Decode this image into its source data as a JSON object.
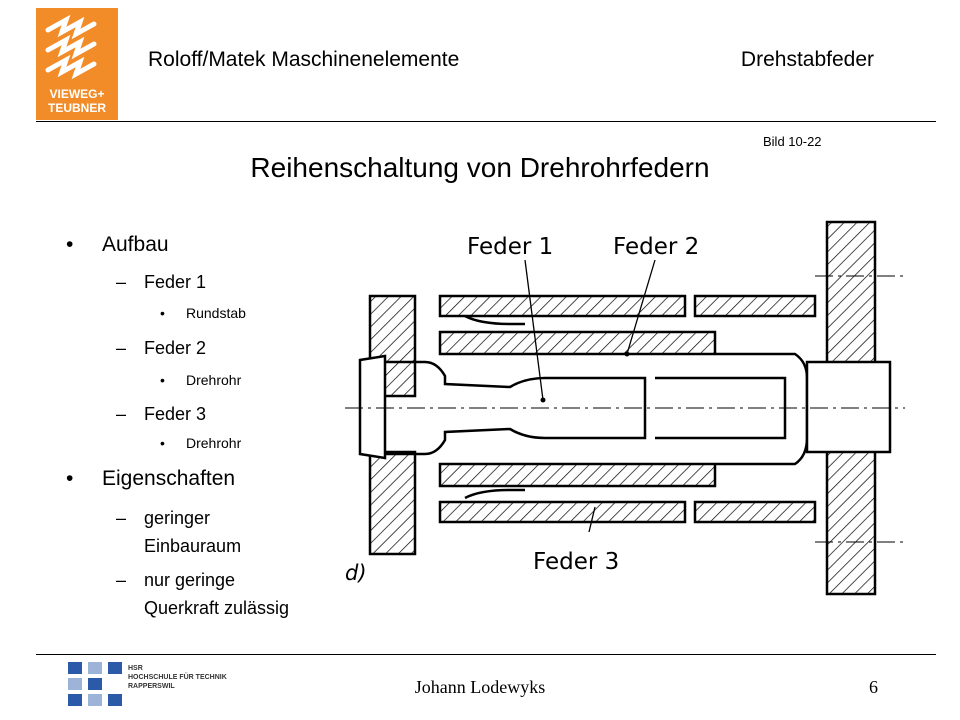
{
  "header": {
    "publisher_logo_lines": [
      "VIEWEG+",
      "TEUBNER"
    ],
    "left": "Roloff/Matek Maschinenelemente",
    "right": "Drehstabfeder"
  },
  "figure_ref": "Bild 10-22",
  "title": "Reihenschaltung von Drehrohrfedern",
  "outline": {
    "aufbau": "Aufbau",
    "feder1": "Feder 1",
    "rundstab": "Rundstab",
    "feder2": "Feder 2",
    "drehrohr1": "Drehrohr",
    "feder3": "Feder 3",
    "drehrohr2": "Drehrohr",
    "eigenschaften": "Eigenschaften",
    "einbau_line1": "geringer",
    "einbau_line2": "Einbauraum",
    "querkraft_line1": "nur geringe",
    "querkraft_line2": "Querkraft zulässig"
  },
  "drawing": {
    "label_feder1": "Feder 1",
    "label_feder2": "Feder 2",
    "label_feder3": "Feder 3",
    "label_d": "d)"
  },
  "footer": {
    "school_lines": [
      "HSR",
      "HOCHSCHULE FÜR TECHNIK",
      "RAPPERSWIL"
    ],
    "author": "Johann Lodewyks",
    "page": "6"
  },
  "colors": {
    "logo_orange": "#f28c28",
    "hsr_blue": "#2b5aa8",
    "hsr_light": "#9db3d8"
  }
}
